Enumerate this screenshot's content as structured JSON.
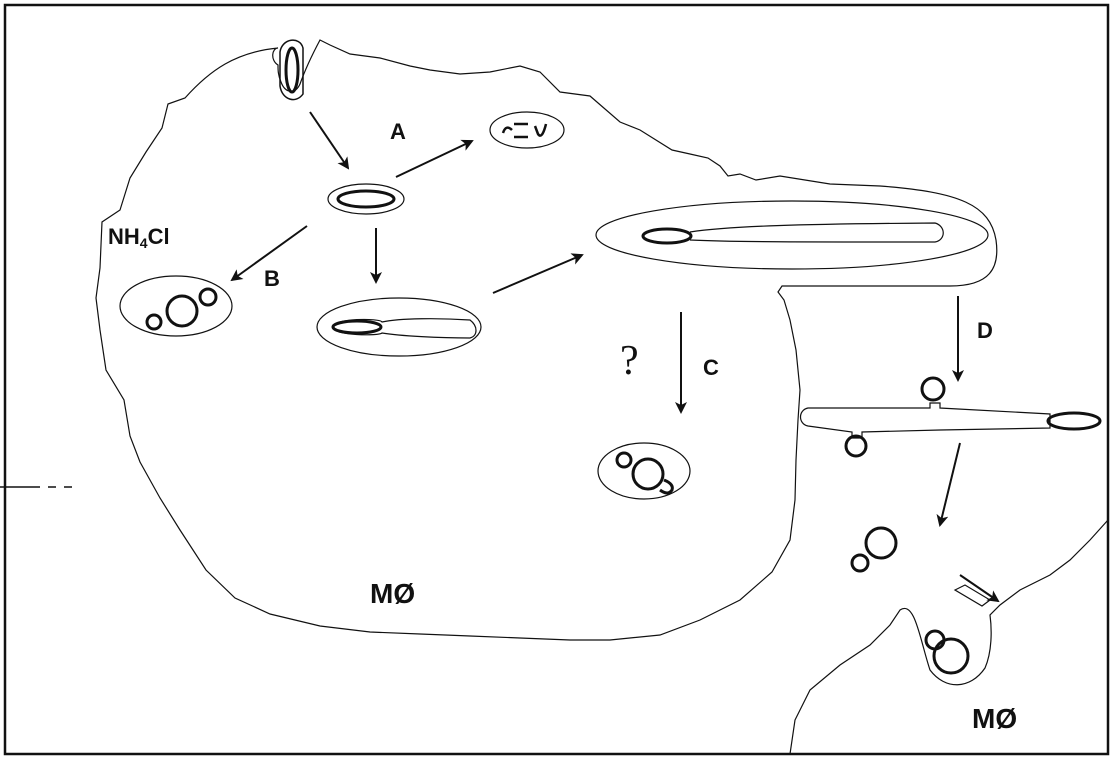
{
  "labels": {
    "a": "A",
    "b": "B",
    "c": "C",
    "d": "D",
    "question": "?",
    "nh4cl_prefix": "NH",
    "nh4cl_sub": "4",
    "nh4cl_suffix": "Cl",
    "mo_main": "MØ",
    "mo_second": "MØ"
  },
  "colors": {
    "line": "#111111",
    "background": "#ffffff"
  }
}
